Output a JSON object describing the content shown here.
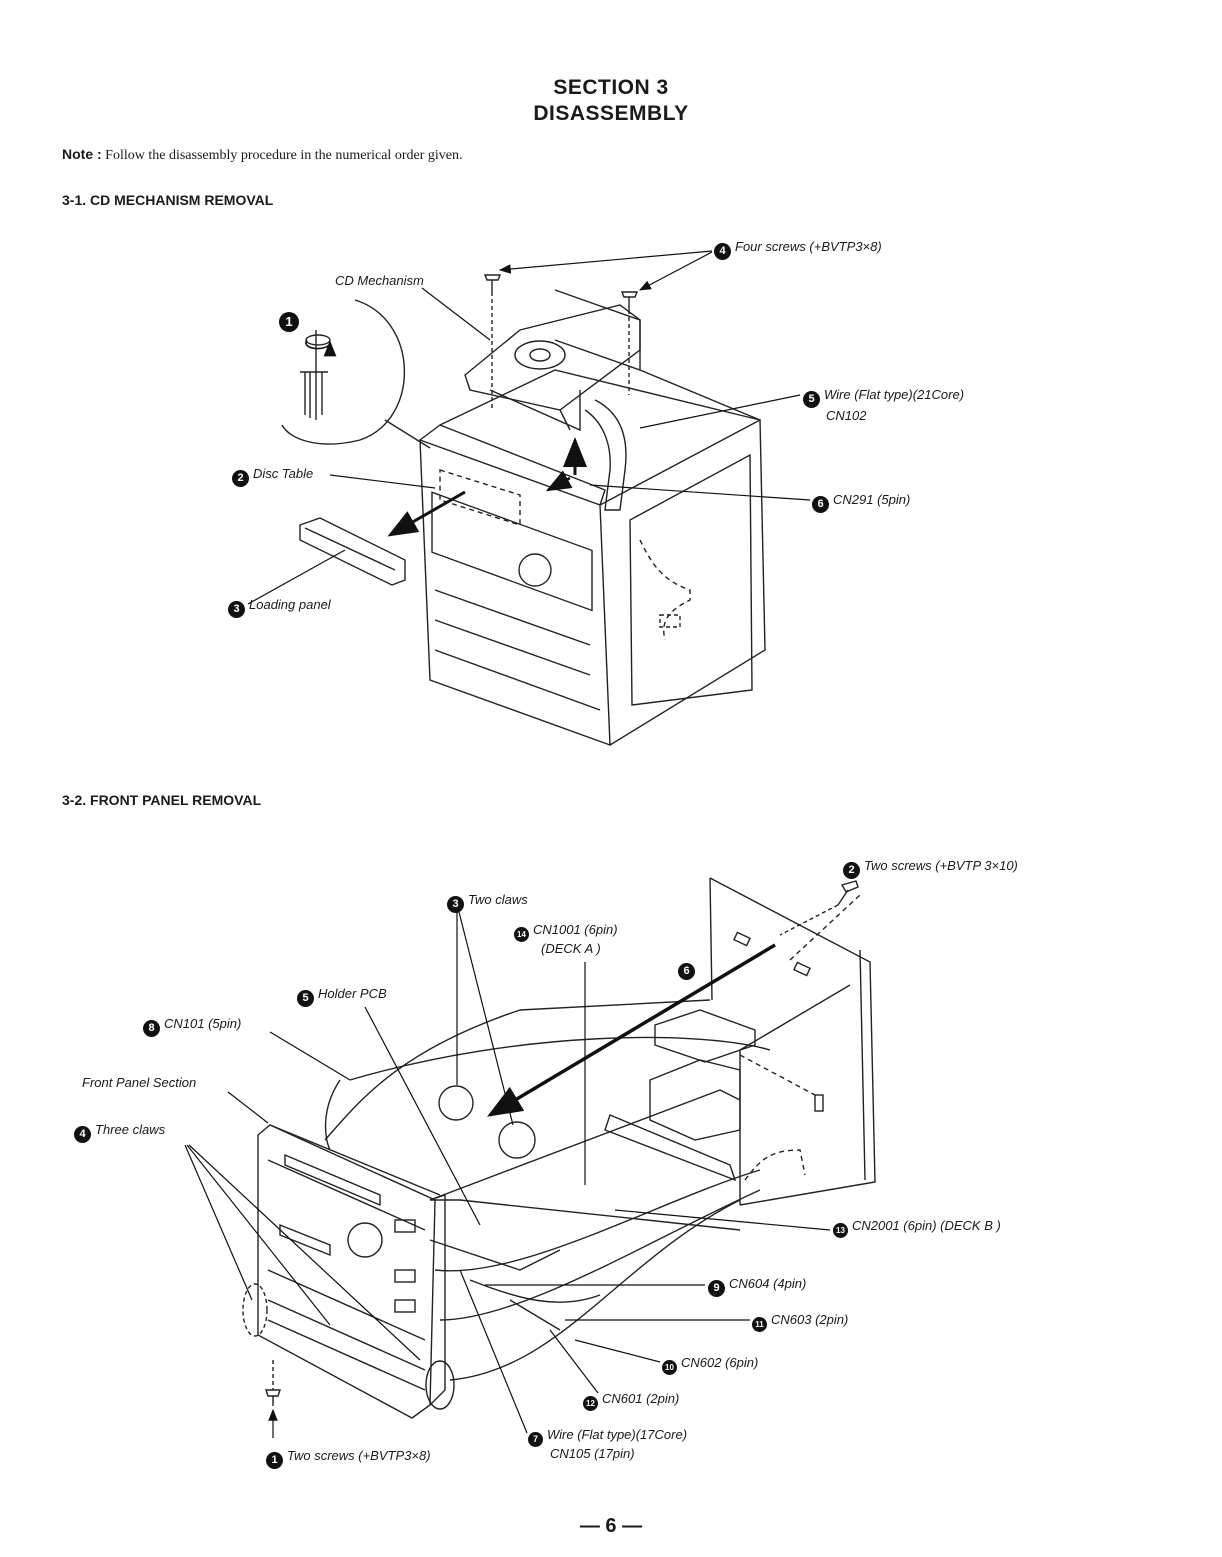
{
  "header": {
    "section": "SECTION 3",
    "title": "DISASSEMBLY"
  },
  "note": {
    "label": "Note :",
    "text": "Follow the disassembly procedure in the numerical order given."
  },
  "section1": {
    "heading": "3-1. CD MECHANISM REMOVAL",
    "labels": {
      "cd_mechanism": "CD Mechanism",
      "s1": "1",
      "s2_num": "2",
      "s2": "Disc Table",
      "s3_num": "3",
      "s3": "Loading panel",
      "s4_num": "4",
      "s4": "Four screws (+BVTP3×8)",
      "s5_num": "5",
      "s5a": "Wire (Flat type)(21Core)",
      "s5b": "CN102",
      "s6_num": "6",
      "s6": "CN291 (5pin)"
    }
  },
  "section2": {
    "heading": "3-2. FRONT PANEL REMOVAL",
    "labels": {
      "s1_num": "1",
      "s1": "Two screws (+BVTP3×8)",
      "s2_num": "2",
      "s2": "Two screws (+BVTP 3×10)",
      "s3_num": "3",
      "s3": "Two claws",
      "s4_num": "4",
      "s4": "Three claws",
      "s5_num": "5",
      "s5": "Holder PCB",
      "s6_num": "6",
      "s7_num": "7",
      "s7a": "Wire (Flat type)(17Core)",
      "s7b": "CN105 (17pin)",
      "s8_num": "8",
      "s8": "CN101 (5pin)",
      "s9_num": "9",
      "s9": "CN604 (4pin)",
      "s10_num": "10",
      "s10": "CN602 (6pin)",
      "s11_num": "11",
      "s11": "CN603 (2pin)",
      "s12_num": "12",
      "s12": "CN601 (2pin)",
      "s13_num": "13",
      "s13": "CN2001 (6pin) (DECK B )",
      "s14_num": "14",
      "s14a": "CN1001 (6pin)",
      "s14b": "(DECK A )",
      "front_panel_section": "Front Panel Section"
    }
  },
  "footer": {
    "page": "— 6 —"
  }
}
